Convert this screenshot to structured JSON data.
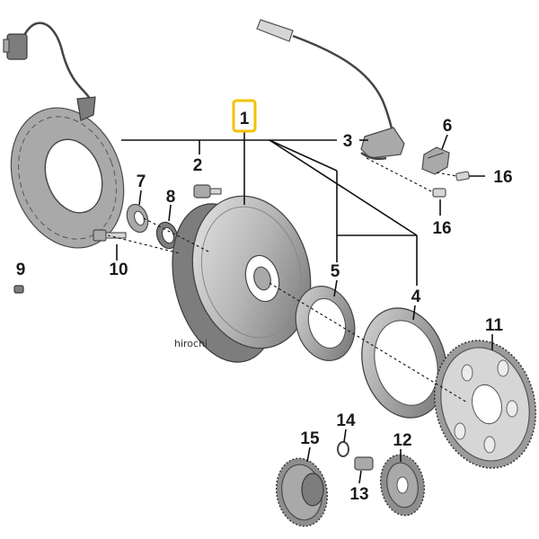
{
  "callouts": {
    "p1": "1",
    "p2": "2",
    "p3": "3",
    "p4": "4",
    "p5": "5",
    "p6": "6",
    "p7": "7",
    "p8": "8",
    "p9": "9",
    "p10": "10",
    "p11": "11",
    "p12": "12",
    "p13": "13",
    "p14": "14",
    "p15": "15",
    "p16a": "16",
    "p16b": "16"
  },
  "watermark": "hirochi",
  "colors": {
    "highlight": "#f2c200",
    "ink": "#111111"
  }
}
